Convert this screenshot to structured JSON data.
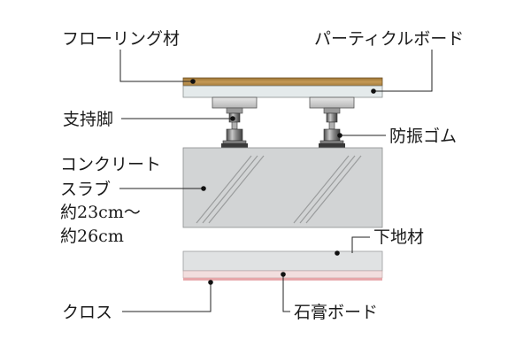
{
  "labels": {
    "flooring": "フローリング材",
    "particle_board": "パーティクルボード",
    "support_leg": "支持脚",
    "vibration_rubber": "防振ゴム",
    "concrete_line1": "コンクリート",
    "concrete_line2": "スラブ",
    "concrete_line3": "約23cm～",
    "concrete_line4": "約26cm",
    "base_material": "下地材",
    "cloth": "クロス",
    "gypsum_board": "石膏ボード"
  },
  "colors": {
    "flooring": "#b89052",
    "particle_board": "#e4eaeb",
    "concrete": "#d2d4d5",
    "base_material": "#e0e2e3",
    "gypsum_board": "#f2dede",
    "cloth": "#e7a7aa",
    "support_leg": "#6a6a6a",
    "leader_line": "#222222"
  }
}
